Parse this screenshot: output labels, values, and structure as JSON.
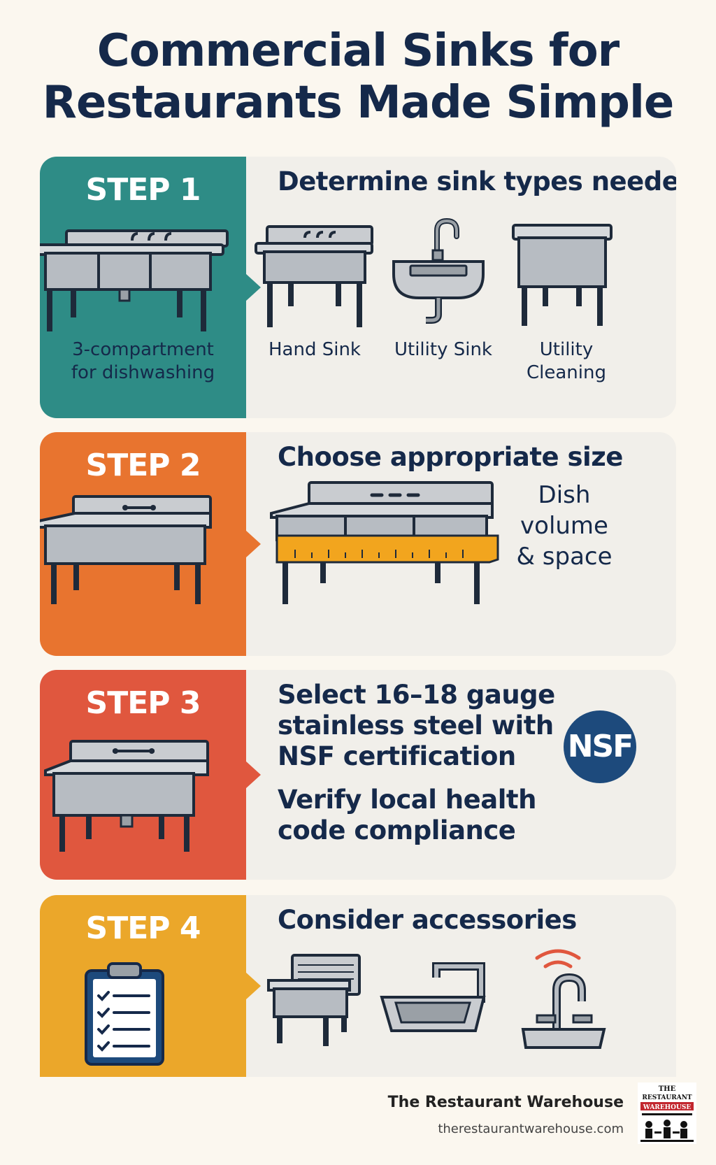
{
  "title_line1": "Commercial Sinks for",
  "title_line2": "Restaurants Made Simple",
  "steps": [
    {
      "label": "STEP 1",
      "heading": "Determine sink types needed",
      "left_caption_1": "3-compartment",
      "left_caption_2": "for dishwashing",
      "items": [
        "Hand Sink",
        "Utility Sink",
        "Utility",
        "Cleaning"
      ]
    },
    {
      "label": "STEP 2",
      "heading": "Choose appropriate size",
      "side_1": "Dish",
      "side_2": "volume",
      "side_3": "& space"
    },
    {
      "label": "STEP 3",
      "heading_1": "Select 16–18 gauge",
      "heading_2": "stainless steel with",
      "heading_3": "NSF certification",
      "badge": "NSF",
      "sub_1": "Verify local health",
      "sub_2": "code compliance"
    },
    {
      "label": "STEP 4",
      "heading": "Consider accessories"
    }
  ],
  "footer": {
    "name": "The Restaurant Warehouse",
    "url": "therestaurantwarehouse.com",
    "logo_text_1": "THE",
    "logo_text_2": "RESTAURANT",
    "logo_text_3": "WAREHOUSE"
  },
  "colors": {
    "step1": "#2e8c86",
    "step2": "#e8742f",
    "step3": "#e0573e",
    "step4": "#eba72a",
    "navy": "#15294a"
  }
}
